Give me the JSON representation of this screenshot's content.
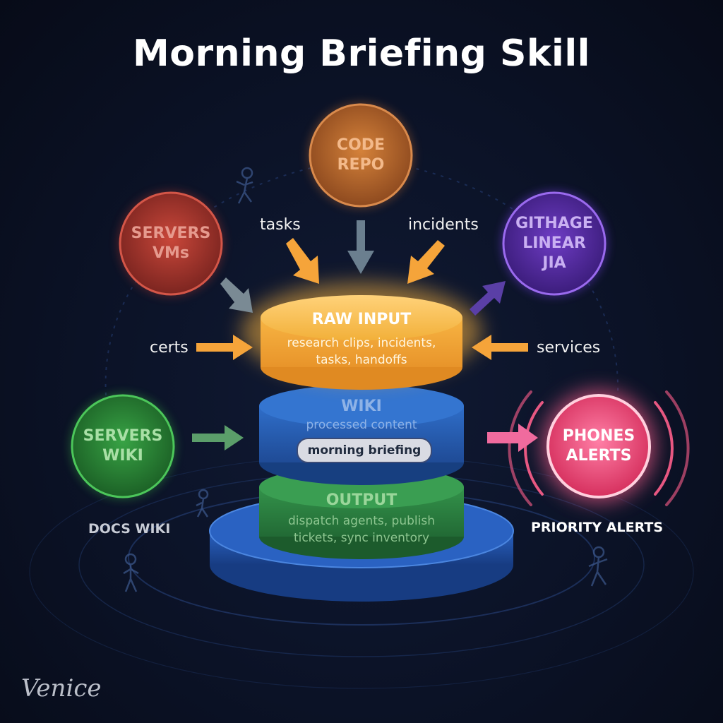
{
  "title": "Morning Briefing Skill",
  "nodes": {
    "code_repo": {
      "line1": "CODE",
      "line2": "REPO",
      "color": "#c06a2e"
    },
    "servers_vms": {
      "line1": "SERVERS",
      "line2": "VMs",
      "color": "#b0382e"
    },
    "githage": {
      "line1": "GITHAGE",
      "line2": "LINEAR",
      "line3": "JIA",
      "color": "#5a2fa6"
    },
    "servers_wiki": {
      "line1": "SERVERS",
      "line2": "WIKI",
      "color": "#2e8a3a"
    },
    "phones_alerts": {
      "line1": "PHONES",
      "line2": "ALERTS",
      "color": "#e0466f"
    }
  },
  "labels": {
    "tasks": "tasks",
    "incidents": "incidents",
    "certs": "certs",
    "services": "services",
    "docs_wiki": "DOCS WIKI",
    "priority_alerts": "PRIORITY ALERTS"
  },
  "tiers": {
    "raw_input": {
      "title": "RAW INPUT",
      "line1": "research clips, incidents,",
      "line2": "tasks, handoffs"
    },
    "wiki": {
      "title": "WIKI",
      "line1": "processed content",
      "pill": "morning briefing"
    },
    "output": {
      "title": "OUTPUT",
      "line1": "dispatch agents, publish",
      "line2": "tickets, sync inventory"
    }
  },
  "watermark": "Venice",
  "colors": {
    "background": "#0b1226",
    "raw_input": "#f2b43c",
    "wiki": "#2a62b8",
    "output": "#2f8a45",
    "base": "#2456b0",
    "arrow_orange": "#f5a43a",
    "arrow_grey": "#7a8a9a",
    "arrow_pink": "#f06b9e"
  }
}
